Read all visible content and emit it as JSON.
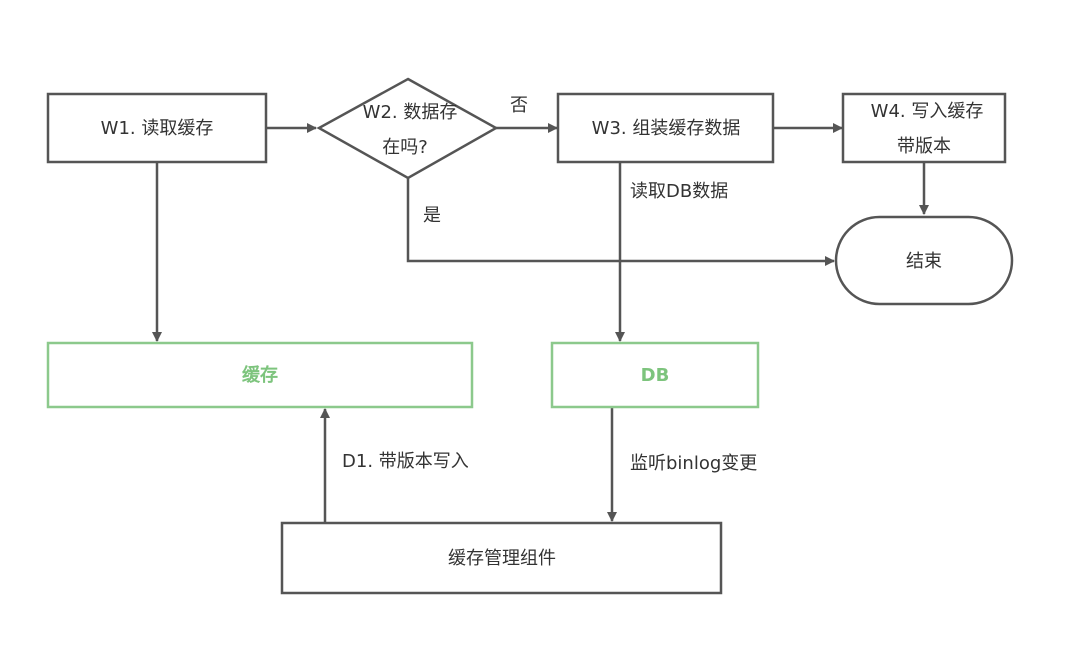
{
  "nodes": {
    "w1": {
      "label": "W1. 读取缓存"
    },
    "w2": {
      "line1": "W2. 数据存",
      "line2": "在吗?"
    },
    "w3": {
      "label": "W3. 组装缓存数据"
    },
    "w4": {
      "line1": "W4. 写入缓存",
      "line2": "带版本"
    },
    "end": {
      "label": "结束"
    },
    "cache": {
      "label": "缓存"
    },
    "db": {
      "label": "DB"
    },
    "manager": {
      "label": "缓存管理组件"
    }
  },
  "edges": {
    "no": "否",
    "yes": "是",
    "read_db": "读取DB数据",
    "binlog": "监听binlog变更",
    "d1": "D1. 带版本写入"
  },
  "colors": {
    "stroke": "#555555",
    "store_stroke": "#8cc98c",
    "store_text": "#7dc47d",
    "text": "#333333"
  }
}
